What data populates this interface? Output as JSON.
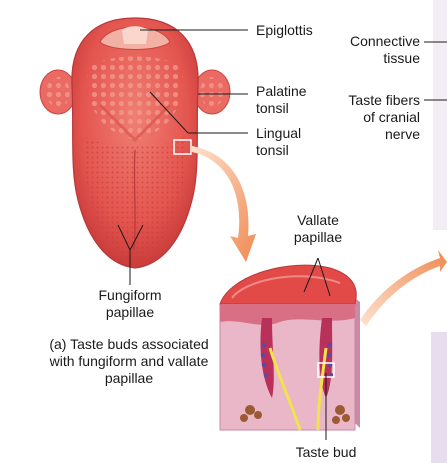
{
  "labels": {
    "epiglottis": "Epiglottis",
    "palatine_tonsil": "Palatine\ntonsil",
    "lingual_tonsil": "Lingual\ntonsil",
    "fungiform_papillae": "Fungiform\npapillae",
    "caption_a": "(a) Taste buds associated\nwith fungiform and vallate\npapillae",
    "vallate_papillae": "Vallate\npapillae",
    "taste_bud": "Taste bud",
    "connective_tissue": "Connective\ntissue",
    "taste_fibers": "Taste fibers\nof cranial\nnerve"
  },
  "colors": {
    "tongue": "#e8605a",
    "tongue_light": "#f29a90",
    "tissue_pink": "#e9b7c8",
    "nerve_yellow": "#f2e24b",
    "arrow_orange": "#f4a070",
    "panel_lavender": "#e8dcef"
  }
}
